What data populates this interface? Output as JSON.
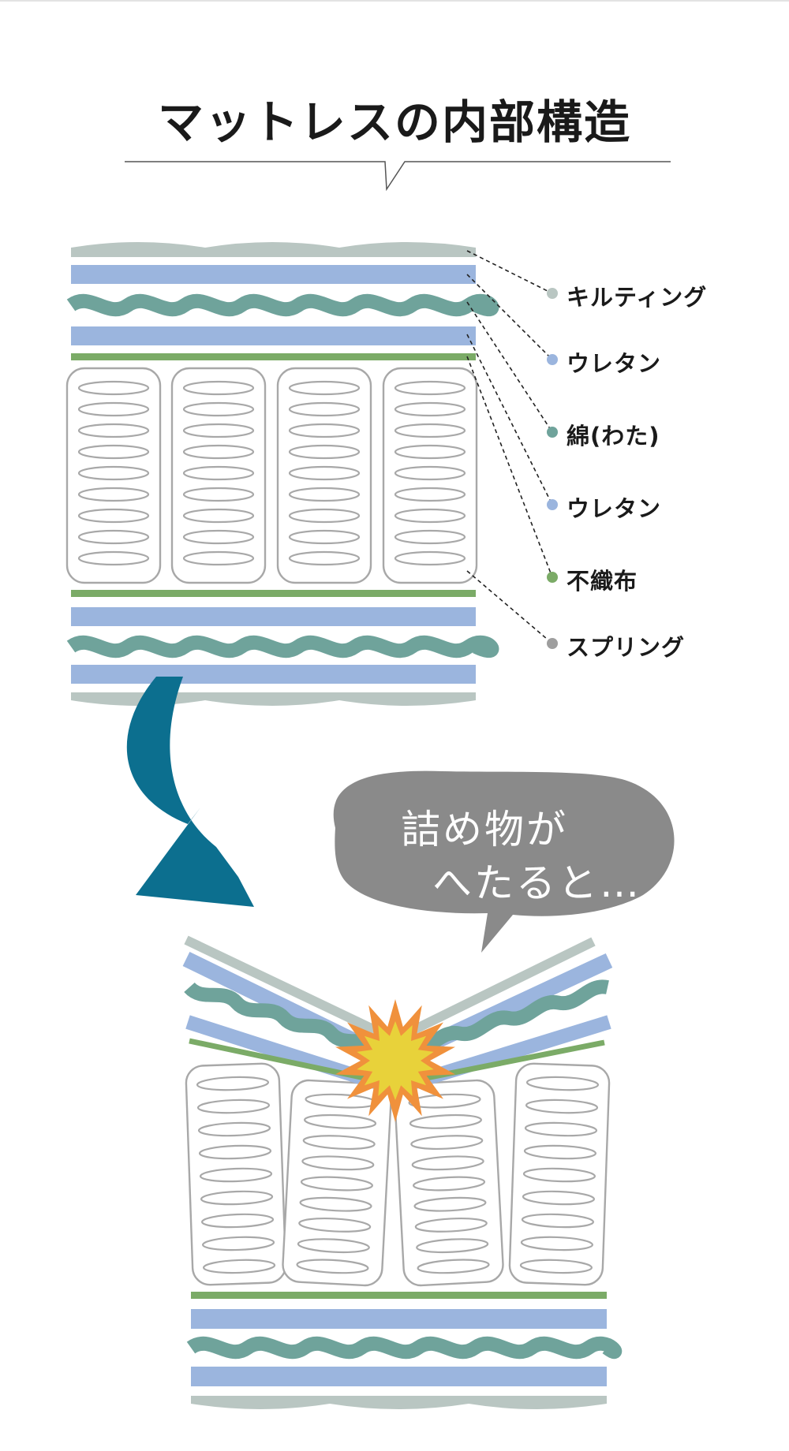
{
  "title": "マットレスの内部構造",
  "legend": [
    {
      "label": "キルティング",
      "color": "#b9c6c2"
    },
    {
      "label": "ウレタン",
      "color": "#9bb5de"
    },
    {
      "label": "綿(わた)",
      "color": "#6fa39b"
    },
    {
      "label": "ウレタン",
      "color": "#9bb5de"
    },
    {
      "label": "不織布",
      "color": "#7bab67"
    },
    {
      "label": "スプリング",
      "color": "#9e9e9e"
    }
  ],
  "bubble": {
    "line1": "詰め物が",
    "line2": "へたると…",
    "color": "#8a8a8a"
  },
  "arrow": {
    "color": "#0c6f8f"
  },
  "burst": {
    "outer": "#f0913c",
    "inner": "#e8d23a"
  }
}
